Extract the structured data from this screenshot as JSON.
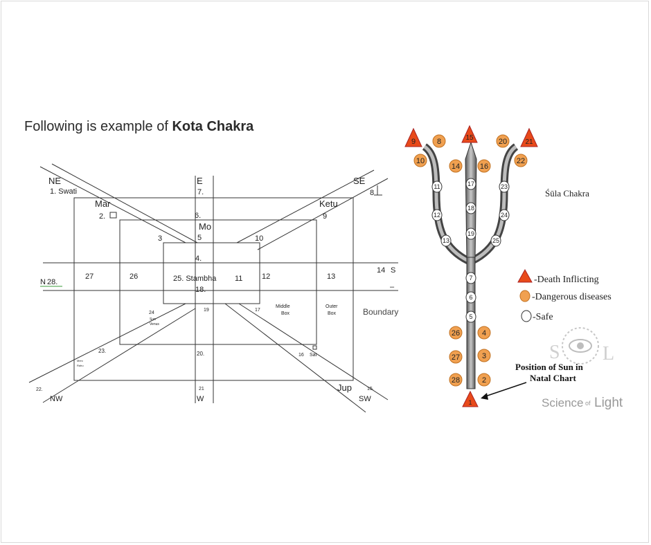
{
  "heading": {
    "prefix": "Following is example of ",
    "bold": "Kota Chakra"
  },
  "kota": {
    "directions": {
      "ne": "NE",
      "e": "E",
      "se": "SE",
      "nw": "NW",
      "w": "W",
      "sw": "SW",
      "n": "N"
    },
    "planets": {
      "mar": "Mar",
      "ketu": "Ketu",
      "mo": "Mo",
      "jup": "Jup",
      "sat": "Sat"
    },
    "labels": {
      "swati": "1. Swati",
      "n7": "7.",
      "n8": "8",
      "n2": "2.",
      "n9": "9",
      "n6": "6.",
      "n5": "5",
      "n3": "3",
      "n10": "10",
      "n4": "4.",
      "stambha": "25. Stambha",
      "n18": "18.",
      "n11": "11",
      "n12": "12",
      "n27": "27",
      "n26": "26",
      "n28": "28.",
      "n13": "13",
      "n14": "14",
      "s_letter": "S",
      "dash": "–",
      "n24": "24",
      "sun": "Sun",
      "venus": "Venus",
      "n19": "19",
      "n17": "17",
      "middle_box_1": "Middle",
      "middle_box_2": "Box",
      "outer_box_1": "Outer",
      "outer_box_2": "Box",
      "boundary": "Boundary",
      "n23": "23.",
      "n20": "20.",
      "n16": "16",
      "n22": "22.",
      "n21": "21",
      "n15": "15.",
      "merc": "Merc",
      "rahu": "Rahu"
    }
  },
  "sula": {
    "title": "Śūla Chakra",
    "triangle_nums": [
      "9",
      "15",
      "21",
      "1"
    ],
    "orange_nums": [
      "8",
      "10",
      "14",
      "16",
      "20",
      "22",
      "26",
      "27",
      "28",
      "4",
      "3",
      "2"
    ],
    "white_nums": [
      "11",
      "12",
      "13",
      "17",
      "18",
      "19",
      "23",
      "24",
      "25",
      "7",
      "6",
      "5"
    ],
    "legend": [
      {
        "label": "-Death Inflicting",
        "color": "#e84a1a"
      },
      {
        "label": "-Dangerous diseases",
        "color": "#f0a050"
      },
      {
        "label": "-Safe",
        "color": "#ffffff"
      }
    ],
    "sun_note_1": "Position of Sun in",
    "sun_note_2": "Natal Chart",
    "logo_1": "Science",
    "logo_2": "of",
    "logo_3": "Light"
  }
}
